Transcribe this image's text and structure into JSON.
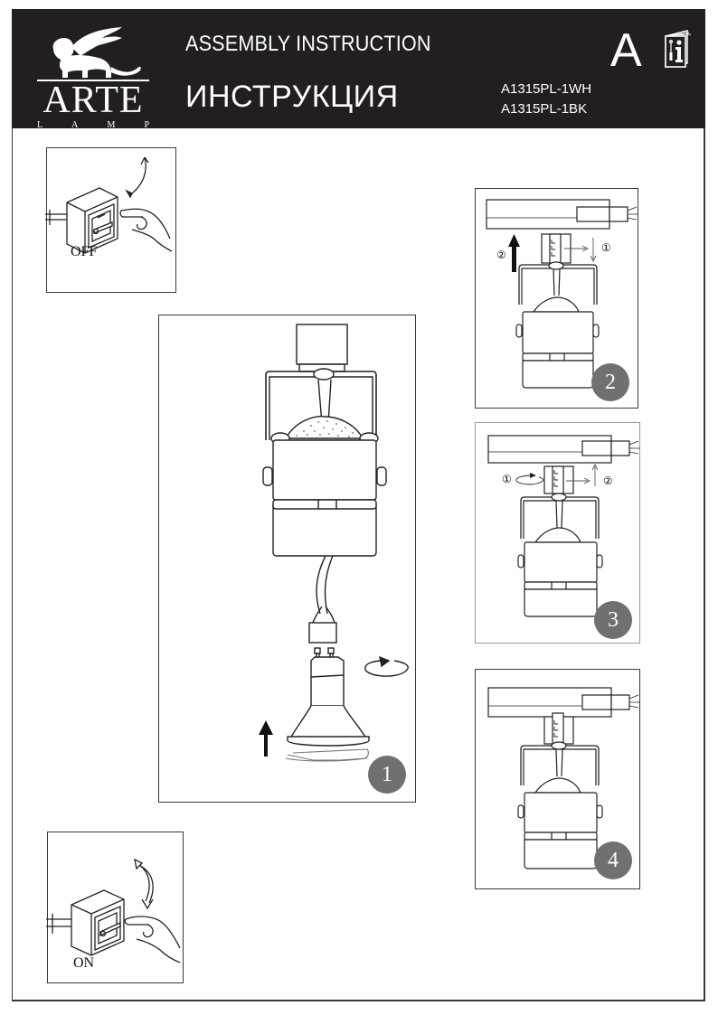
{
  "header": {
    "brand": {
      "name": "ARTE",
      "sub_letters": [
        "L",
        "A",
        "M",
        "P"
      ],
      "emblem": "winged-lion-icon"
    },
    "title_en": "ASSEMBLY INSTRUCTION",
    "title_ru": "ИНСТРУКЦИЯ",
    "models": [
      "A1315PL-1WH",
      "A1315PL-1BK"
    ],
    "section_letter": "A",
    "manual_icon": "manual-book-icon"
  },
  "panels": {
    "switch_off": {
      "label": "OFF",
      "icon": "wall-switch-off-icon"
    },
    "switch_on": {
      "label": "ON",
      "icon": "wall-switch-on-icon"
    },
    "step1": {
      "number": "1",
      "icon": "bulb-install-diagram"
    },
    "step2": {
      "number": "2",
      "markers": [
        "①",
        "②"
      ],
      "icon": "track-mount-diagram"
    },
    "step3": {
      "number": "3",
      "markers": [
        "①",
        "②"
      ],
      "icon": "track-lock-diagram"
    },
    "step4": {
      "number": "4",
      "icon": "track-mounted-diagram"
    }
  },
  "colors": {
    "header_bg": "#231f20",
    "badge_bg": "#707070",
    "line": "#3a3a3a"
  }
}
